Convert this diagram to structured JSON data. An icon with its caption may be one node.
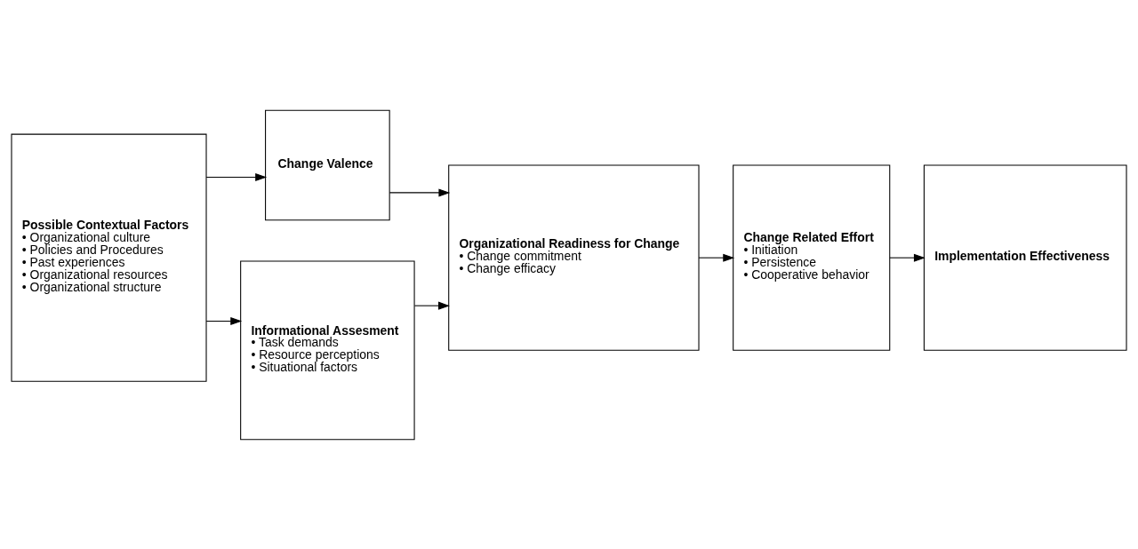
{
  "diagram": {
    "nodes": [
      {
        "text": [
          "Possible Contextual Factors",
          "• Organizational culture",
          "• Policies and Procedures",
          "• Past experiences",
          "• Organizational resources",
          "• Organizational structure"
        ]
      },
      {
        "text": [
          "Change Valence"
        ]
      },
      {
        "text": [
          "Informational Assesment",
          "• Task demands",
          "• Resource perceptions",
          "• Situational factors"
        ]
      },
      {
        "text": [
          "Organizational Readiness for Change",
          "• Change commitment",
          "• Change efficacy"
        ]
      },
      {
        "text": [
          "Change Related Effort",
          "• Initiation",
          "• Persistence",
          "• Cooperative behavior"
        ]
      },
      {
        "text": [
          "Implementation Effectiveness"
        ]
      }
    ],
    "edges": [
      {
        "from": 0,
        "to": 1,
        "arrow": "to"
      },
      {
        "from": 0,
        "to": 2,
        "arrow": "to"
      },
      {
        "from": 1,
        "to": 3,
        "arrow": "to"
      },
      {
        "from": 2,
        "to": 3,
        "arrow": "to"
      },
      {
        "from": 3,
        "to": 4,
        "arrow": "to"
      },
      {
        "from": 4,
        "to": 5,
        "arrow": "to"
      }
    ]
  }
}
